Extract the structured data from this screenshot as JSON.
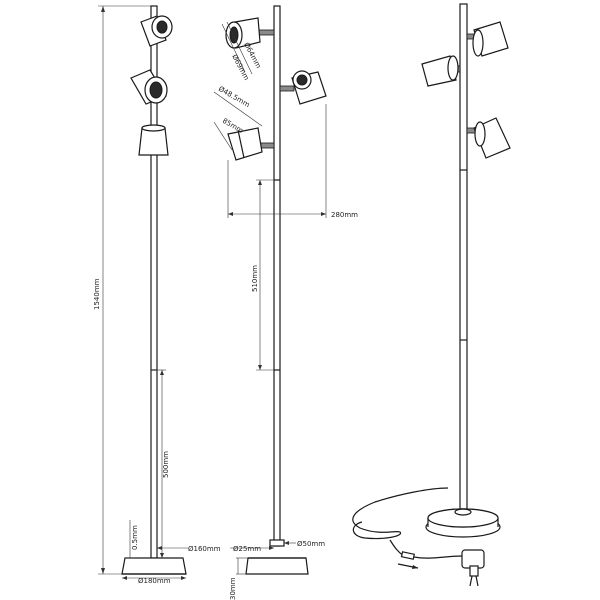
{
  "dimensions": {
    "total_height": "1540mm",
    "lower_segment": "500mm",
    "base_thickness": "0.5mm",
    "base_top_diameter": "Ø160mm",
    "base_bottom_diameter": "Ø180mm",
    "shade_front_diameter": "Ø64mm",
    "shade_rear_diameter": "Ø69mm",
    "shade_small_diameter": "Ø48.5mm",
    "shade_length": "85mm",
    "arm_reach": "280mm",
    "middle_segment": "510mm",
    "pole_diameter": "Ø25mm",
    "collar_diameter": "Ø50mm",
    "base_height": "30mm"
  },
  "colors": {
    "line": "#1a1a1a",
    "background": "#ffffff",
    "shade_interior": "#2a2a2a"
  },
  "views": [
    "front-view",
    "side-view",
    "perspective-view"
  ]
}
